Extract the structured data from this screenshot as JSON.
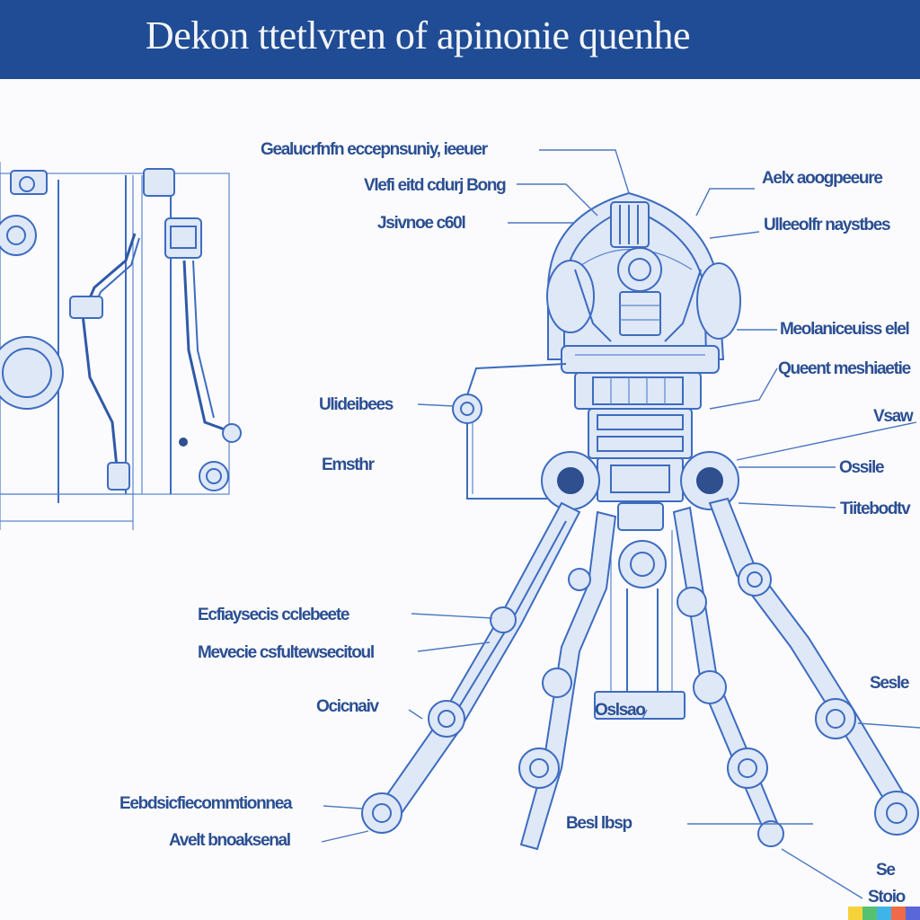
{
  "header": {
    "title": "Dekon ttetlvren of apinonie quenhe"
  },
  "colors": {
    "header_bg": "#1f4c94",
    "ink": "#2b4f92",
    "line": "#3d6cc0",
    "paper": "#fbfbfd",
    "strip": [
      "#f5d23a",
      "#56c271",
      "#3fb4e8",
      "#ee6a48",
      "#5a67d8"
    ]
  },
  "labels": {
    "left_top_1": "Gealucrfnfn eccepnsuniy, ieeuer",
    "left_top_2": "Vlefi eitd cdurj Bong",
    "left_top_3": "Jsivnoe c60l",
    "left_mid_1": "Ulideibees",
    "left_mid_2": "Emsthr",
    "left_low_1": "Ecfiaysecis cclebeete",
    "left_low_2": "Mevecie csfultewsecitoul",
    "left_low_3": "Ocicnaiv",
    "left_bot_1": "Eebdsicfiecommtionnea",
    "left_bot_2": "Avelt bnoaksenal",
    "center_bot_1": "Oslsao",
    "center_bot_2": "Besl lbsp",
    "right_1": "Aelx aoogpeeure",
    "right_2": "Ulleeolfr naystbes",
    "right_3": "Meolaniceuiss elel",
    "right_4": "Queent meshiaetie",
    "right_5": "Vsaw",
    "right_6": "Ossile",
    "right_7": "Tiitebodtv",
    "right_8": "Sesle",
    "right_9": "Se",
    "right_10": "Stoio"
  }
}
